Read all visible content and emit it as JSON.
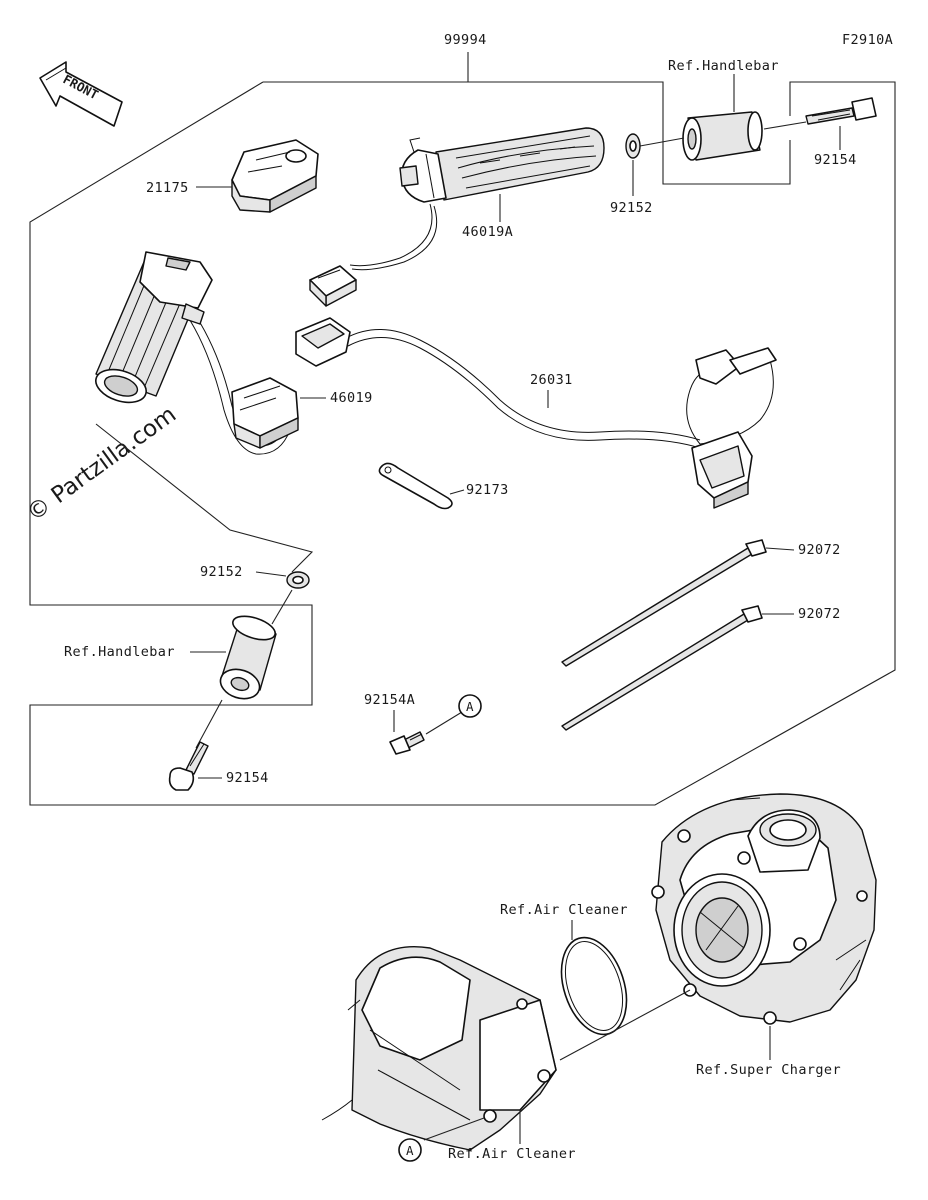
{
  "diagram": {
    "code": "F2910A",
    "front_label": "FRONT",
    "watermark": "© Partzilla.com",
    "callouts": {
      "p99994": "99994",
      "ref_handlebar_top": "Ref.Handlebar",
      "p92154_top": "92154",
      "p21175": "21175",
      "p92152_top": "92152",
      "p46019A": "46019A",
      "p26031": "26031",
      "p46019": "46019",
      "p92173": "92173",
      "p92072_a": "92072",
      "p92072_b": "92072",
      "p92152_left": "92152",
      "ref_handlebar_left": "Ref.Handlebar",
      "p92154A": "92154A",
      "marker_a_top": "A",
      "p92154_bottom": "92154",
      "ref_air_cleaner_top": "Ref.Air Cleaner",
      "ref_super_charger": "Ref.Super Charger",
      "marker_a_bottom": "A",
      "ref_air_cleaner_bottom": "Ref.Air Cleaner"
    }
  }
}
